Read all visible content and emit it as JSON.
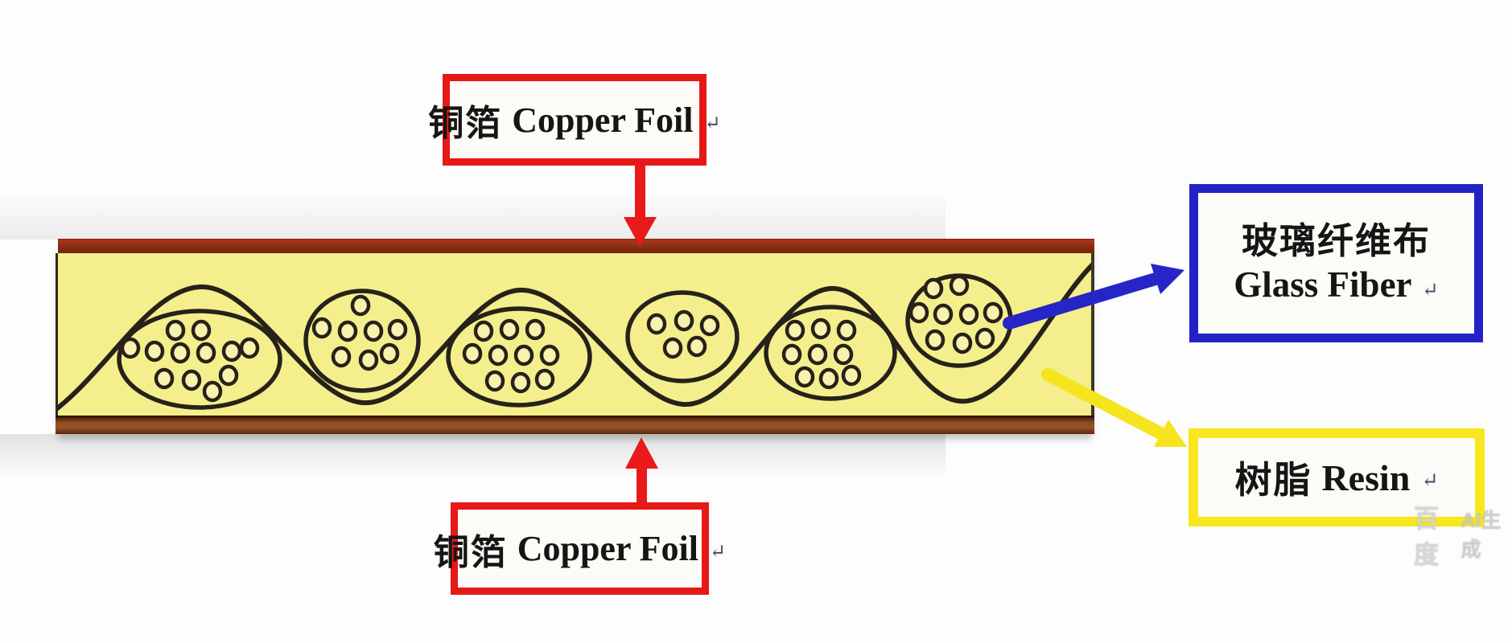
{
  "diagram": {
    "labels": {
      "copper_top": {
        "cn": "铜箔",
        "en": "Copper Foil",
        "return_mark": "↵"
      },
      "copper_bottom": {
        "cn": "铜箔",
        "en": "Copper Foil",
        "return_mark": "↵"
      },
      "glass_fiber": {
        "cn": "玻璃纤维布",
        "en": "Glass Fiber",
        "return_mark": "↵"
      },
      "resin": {
        "cn": "树脂",
        "en": "Resin",
        "return_mark": "↵"
      }
    },
    "colors": {
      "label_border_red": "#e71818",
      "label_border_blue": "#2222c6",
      "label_border_yellow": "#f8e71c",
      "copper_strip_top": "#8c2f12",
      "copper_strip_bottom": "#8d4a1f",
      "resin_fill": "#f5ee8c",
      "weave_line": "#26221a",
      "arrow_red": "#e81a1a",
      "arrow_blue": "#2626c8",
      "arrow_yellow": "#f6e41e"
    }
  },
  "watermark": {
    "brand": "百度",
    "label": "AI生成"
  }
}
